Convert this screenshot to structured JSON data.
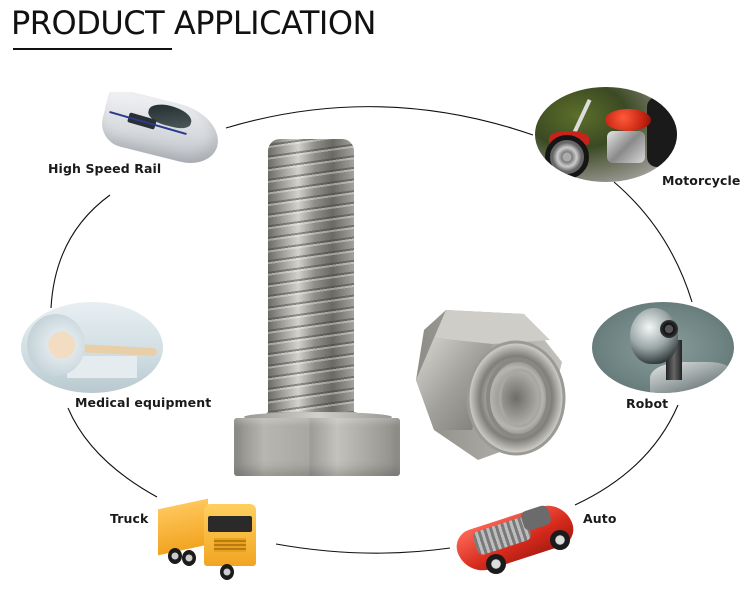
{
  "header": {
    "title": "PRODUCT APPLICATION"
  },
  "center_product": {
    "items": [
      "hex-bolt",
      "hex-nut"
    ],
    "colors": {
      "metal_light": "#d3d1cc",
      "metal_mid": "#a9a7a2",
      "metal_dark": "#6c6a66"
    }
  },
  "applications": [
    {
      "id": "high-speed-rail",
      "label": "High Speed Rail",
      "icon": "train-icon"
    },
    {
      "id": "motorcycle",
      "label": "Motorcycle",
      "icon": "motorcycle-icon"
    },
    {
      "id": "medical-equipment",
      "label": "Medical equipment",
      "icon": "mri-scanner-icon"
    },
    {
      "id": "robot",
      "label": "Robot",
      "icon": "robot-icon"
    },
    {
      "id": "truck",
      "label": "Truck",
      "icon": "truck-icon"
    },
    {
      "id": "auto",
      "label": "Auto",
      "icon": "car-icon"
    }
  ],
  "colors": {
    "background": "#ffffff",
    "text": "#1a1a1a",
    "connector_line": "#111111",
    "truck_yellow": "#f2a421",
    "car_red": "#d62a1c",
    "motorcycle_red": "#c11f10"
  }
}
